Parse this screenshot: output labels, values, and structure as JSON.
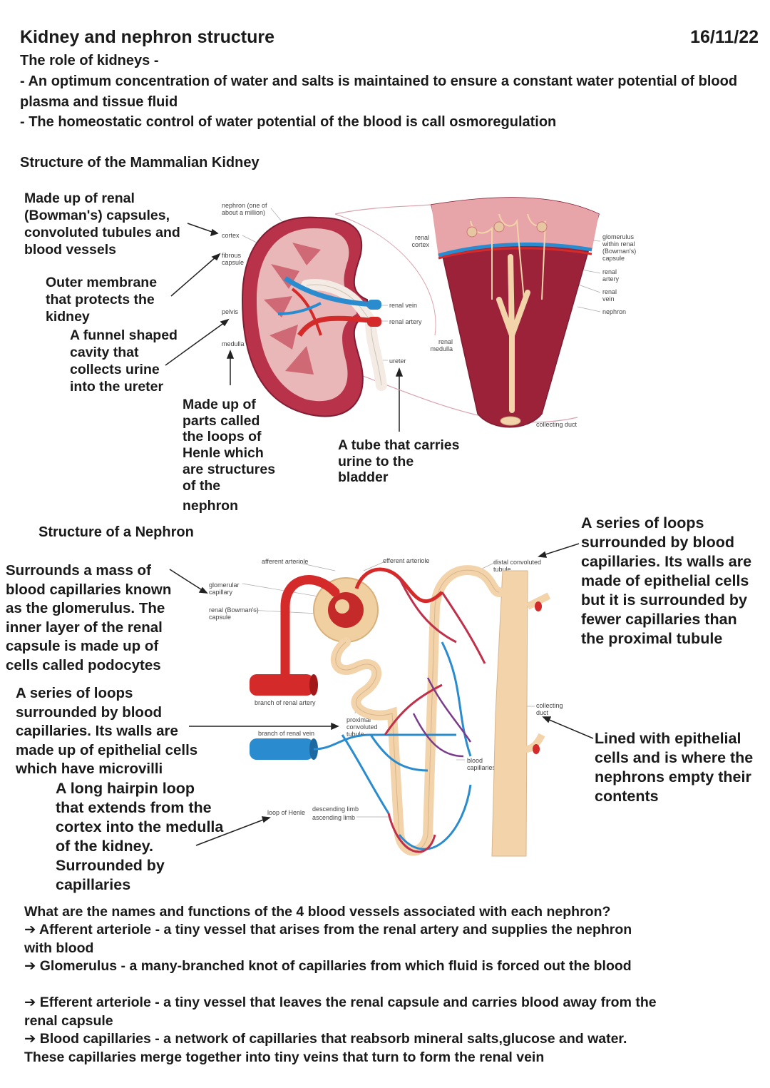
{
  "header": {
    "title": "Kidney and nephron structure",
    "date": "16/11/22",
    "role_heading": "The role of kidneys -",
    "role_point_1": "- An optimum concentration of water and salts is maintained to ensure a constant water potential of blood plasma and tissue fluid",
    "role_point_2": "- The homeostatic control of water potential of the blood is call osmoregulation"
  },
  "kidney_section": {
    "heading": "Structure of the Mammalian Kidney",
    "notes": {
      "cortex_note": "Made up of renal (Bowman's) capsules, convoluted tubules and blood vessels",
      "capsule_note": "Outer membrane that protects the kidney",
      "pelvis_note": "A funnel shaped cavity that collects urine into the ureter",
      "medulla_note": "Made up of parts called the loops of Henle which are structures of the",
      "medulla_note_end": "nephron",
      "ureter_note": "A tube that carries urine to the bladder"
    },
    "labels": {
      "nephron": "nephron (one of about a million)",
      "cortex": "cortex",
      "fibrous_capsule": "fibrous capsule",
      "pelvis": "pelvis",
      "medulla": "medulla",
      "renal_vein": "renal vein",
      "renal_artery": "renal artery",
      "ureter": "ureter",
      "renal_cortex": "renal cortex",
      "renal_medulla": "renal medulla",
      "glomerulus": "glomerulus within renal (Bowman's) capsule",
      "renal_artery_2": "renal artery",
      "renal_vein_2": "renal vein",
      "nephron_2": "nephron",
      "collecting_duct": "collecting duct"
    }
  },
  "nephron_section": {
    "heading": "Structure of a Nephron",
    "notes": {
      "capsule_note": "Surrounds a mass of blood capillaries known as the glomerulus. The inner layer of the renal capsule is made up of cells called podocytes",
      "pct_note": "A series of loops surrounded by blood capillaries. Its walls are made up of epithelial cells which have microvilli",
      "loop_note": "A long hairpin loop that extends from the cortex into the medulla of the kidney. Surrounded by capillaries",
      "dct_note": "A series of loops surrounded by blood capillaries. Its walls are made of epithelial cells but it is surrounded by fewer capillaries than the proximal tubule",
      "cd_note": "Lined with epithelial cells and is where the nephrons empty their contents"
    },
    "labels": {
      "afferent": "afferent arteriole",
      "efferent": "efferent arteriole",
      "distal": "distal convoluted tubule",
      "glomerular": "glomerular capillary",
      "renal_capsule": "renal (Bowman's) capsule",
      "branch_artery": "branch of renal artery",
      "branch_vein": "branch of renal vein",
      "proximal": "proximal convoluted tubule",
      "collecting_duct": "collecting duct",
      "blood_capillaries": "blood capillaries",
      "loop_of_henle": "loop of Henle",
      "descending": "descending limb",
      "ascending": "ascending limb"
    }
  },
  "questions": {
    "question": "What are the names and functions of the 4 blood vessels associated with each nephron?",
    "answers": [
      "➔ Afferent arteriole - a tiny vessel that arises from the renal artery and supplies the nephron with blood",
      "➔ Glomerulus - a many-branched knot of capillaries from which fluid is forced out the blood",
      "➔ Efferent arteriole - a tiny vessel that leaves the renal capsule and carries blood away from the renal capsule",
      "➔ Blood capillaries - a network of capillaries that reabsorb mineral salts,glucose and water. These capillaries merge together into tiny veins that turn to form the renal vein"
    ]
  },
  "colors": {
    "artery": "#d42a2a",
    "vein": "#2a8ccf",
    "tubule": "#f2d3aa",
    "kidney": "#b8324a"
  }
}
